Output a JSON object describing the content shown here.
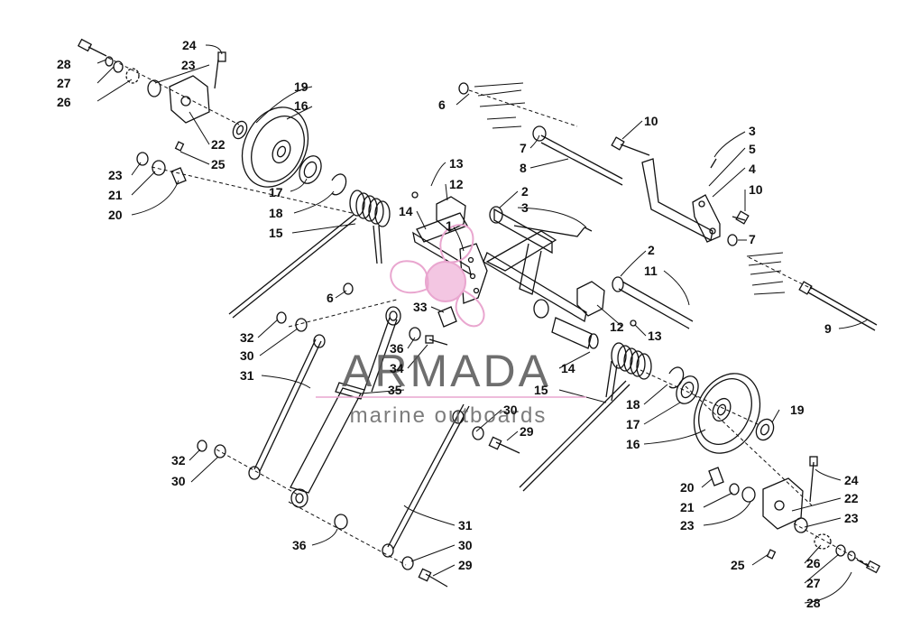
{
  "watermark": {
    "title": "ARMADA",
    "subtitle": "marine outboards",
    "title_color": "#555555",
    "accent_color": "#e9a6cf"
  },
  "callouts": [
    {
      "n": "24"
    },
    {
      "n": "28"
    },
    {
      "n": "23"
    },
    {
      "n": "27"
    },
    {
      "n": "26"
    },
    {
      "n": "19"
    },
    {
      "n": "16"
    },
    {
      "n": "22"
    },
    {
      "n": "25"
    },
    {
      "n": "23"
    },
    {
      "n": "21"
    },
    {
      "n": "20"
    },
    {
      "n": "17"
    },
    {
      "n": "18"
    },
    {
      "n": "15"
    },
    {
      "n": "6"
    },
    {
      "n": "10"
    },
    {
      "n": "3"
    },
    {
      "n": "5"
    },
    {
      "n": "7"
    },
    {
      "n": "8"
    },
    {
      "n": "4"
    },
    {
      "n": "10"
    },
    {
      "n": "13"
    },
    {
      "n": "12"
    },
    {
      "n": "2"
    },
    {
      "n": "3"
    },
    {
      "n": "14"
    },
    {
      "n": "1"
    },
    {
      "n": "7"
    },
    {
      "n": "2"
    },
    {
      "n": "11"
    },
    {
      "n": "9"
    },
    {
      "n": "6"
    },
    {
      "n": "33"
    },
    {
      "n": "12"
    },
    {
      "n": "13"
    },
    {
      "n": "32"
    },
    {
      "n": "30"
    },
    {
      "n": "36"
    },
    {
      "n": "34"
    },
    {
      "n": "31"
    },
    {
      "n": "35"
    },
    {
      "n": "14"
    },
    {
      "n": "15"
    },
    {
      "n": "18"
    },
    {
      "n": "19"
    },
    {
      "n": "17"
    },
    {
      "n": "30"
    },
    {
      "n": "29"
    },
    {
      "n": "16"
    },
    {
      "n": "32"
    },
    {
      "n": "30"
    },
    {
      "n": "24"
    },
    {
      "n": "20"
    },
    {
      "n": "22"
    },
    {
      "n": "21"
    },
    {
      "n": "23"
    },
    {
      "n": "23"
    },
    {
      "n": "31"
    },
    {
      "n": "36"
    },
    {
      "n": "30"
    },
    {
      "n": "25"
    },
    {
      "n": "26"
    },
    {
      "n": "29"
    },
    {
      "n": "27"
    },
    {
      "n": "28"
    }
  ]
}
